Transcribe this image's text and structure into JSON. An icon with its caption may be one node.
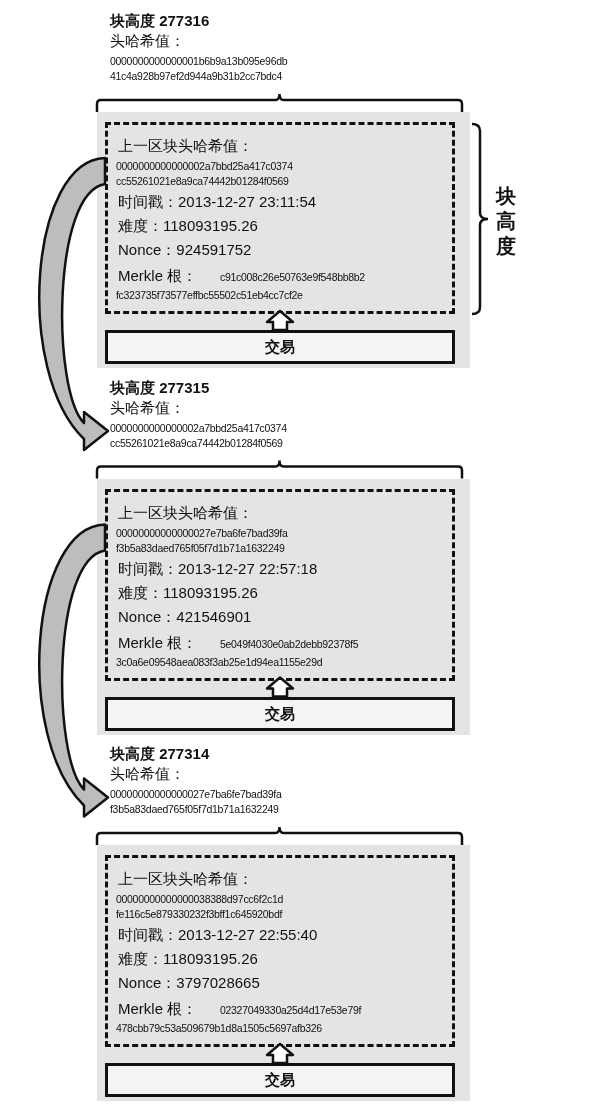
{
  "diagram": {
    "nodes": [
      {
        "text": [
          "块高度 277316",
          "头哈希值：",
          "0000000000000001b6b9a13b095e96db",
          "41c4a928b97ef2d944a9b31b2cc7bdc4"
        ]
      },
      {
        "text": [],
        "shape": "box"
      },
      {
        "text": [
          "上一区块头哈希值：",
          "0000000000000002a7bbd25a417c0374",
          "cc55261021e8a9ca74442b01284f0569",
          "时间戳：2013-12-27 23:11:54",
          "难度：118093195.26",
          "Nonce：924591752",
          "Merkle 根：",
          "c91c008c26e50763e9f548bb8b2",
          "fc323735f73577effbc55502c51eb4cc7cf2e"
        ],
        "in": 1
      },
      {
        "text": [
          "交易"
        ],
        "in": 1
      },
      {
        "text": [
          "块高度 277315",
          "头哈希值：",
          "0000000000000002a7bbd25a417c0374",
          "cc55261021e8a9ca74442b01284f0569"
        ]
      },
      {
        "text": [],
        "shape": "box"
      },
      {
        "text": [
          "上一区块头哈希值：",
          "00000000000000027e7ba6fe7bad39fa",
          "f3b5a83daed765f05f7d1b71a1632249",
          "时间戳：2013-12-27 22:57:18",
          "难度：118093195.26",
          "Nonce：421546901",
          "Merkle 根：",
          "5e049f4030e0ab2debb92378f5",
          "3c0a6e09548aea083f3ab25e1d94ea1155e29d"
        ],
        "in": 5
      },
      {
        "text": [
          "交易"
        ],
        "in": 5
      },
      {
        "text": [
          "块高度 277314",
          "头哈希值：",
          "00000000000000027e7ba6fe7bad39fa",
          "f3b5a83daed765f05f7d1b71a1632249"
        ]
      },
      {
        "text": [],
        "shape": "box"
      },
      {
        "text": [
          "上一区块头哈希值：",
          "00000000000000038388d97cc6f2c1d",
          "fe116c5e879330232f3bff1c645920bdf",
          "时间戳：2013-12-27 22:55:40",
          "难度：118093195.26",
          "Nonce：3797028665",
          "Merkle 根：",
          "02327049330a25d4d17e53e79f",
          "478cbb79c53a509679b1d8a1505c5697afb326"
        ],
        "in": 9
      },
      {
        "text": [
          "交易"
        ],
        "in": 9
      }
    ],
    "edges": [
      {
        "from": 3,
        "to": 2,
        "arrow": "to"
      },
      {
        "from": 2,
        "to": 4,
        "arrow": "to"
      },
      {
        "from": 7,
        "to": 6,
        "arrow": "to"
      },
      {
        "from": 6,
        "to": 8,
        "arrow": "to"
      },
      {
        "from": 11,
        "to": 10,
        "arrow": "to"
      }
    ],
    "labels": [
      "块高度"
    ]
  }
}
